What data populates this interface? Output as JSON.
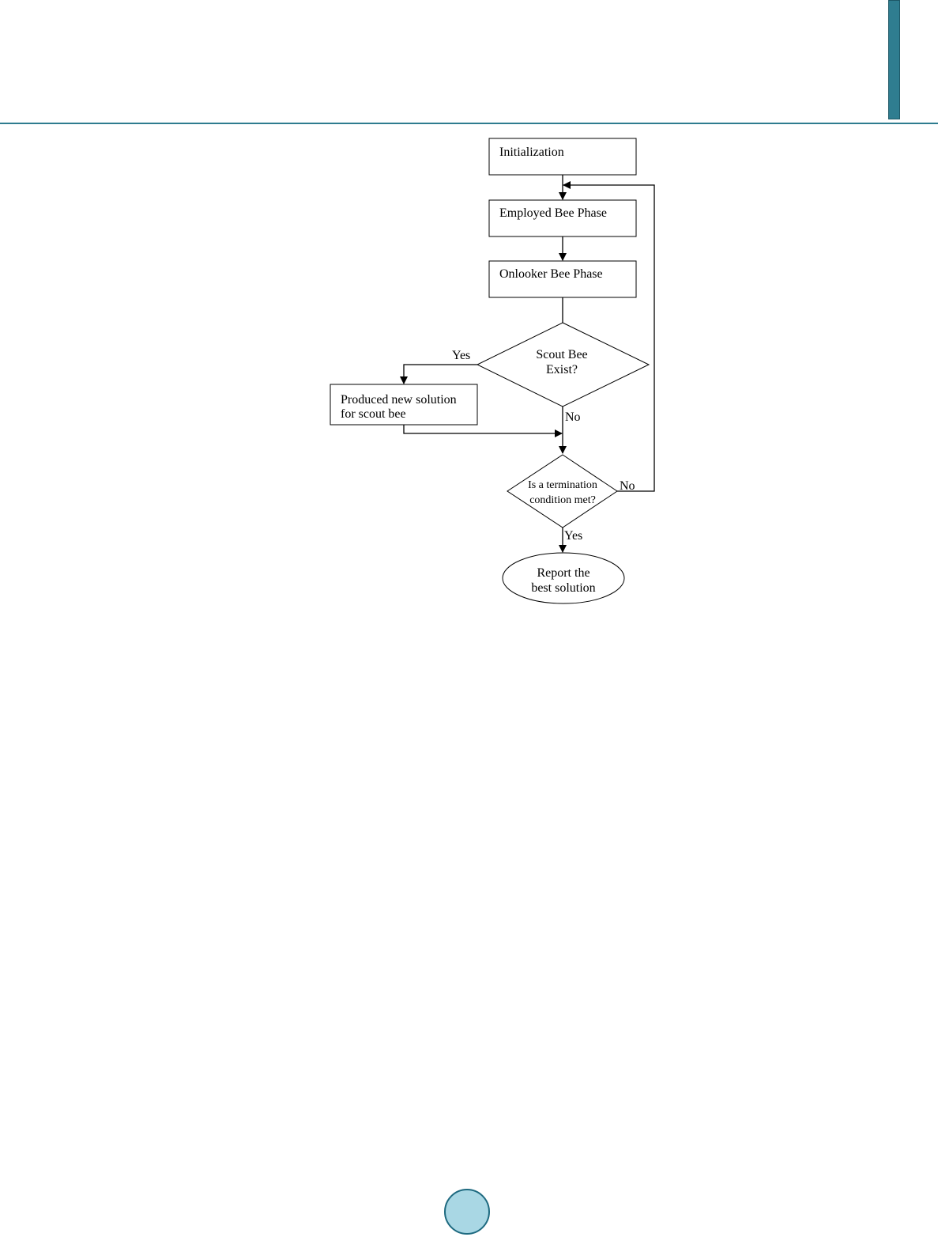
{
  "header": {
    "rule_color": "#2e7c8f",
    "tab_color": "#2f7d90"
  },
  "flowchart": {
    "steps": {
      "initialization": "Initialization",
      "employed": "Employed Bee Phase",
      "onlooker": "Onlooker Bee Phase",
      "produce": [
        "Produced new solution",
        "for scout bee"
      ]
    },
    "decisions": {
      "scout": [
        "Scout Bee",
        "Exist?"
      ],
      "termination": [
        "Is a termination",
        "condition met?"
      ]
    },
    "terminal": [
      "Report the",
      "best solution"
    ],
    "labels": {
      "scout_yes": "Yes",
      "scout_no": "No",
      "term_no": "No",
      "term_yes": "Yes"
    }
  },
  "footer": {
    "page_badge_color": "#a9d7e4"
  }
}
